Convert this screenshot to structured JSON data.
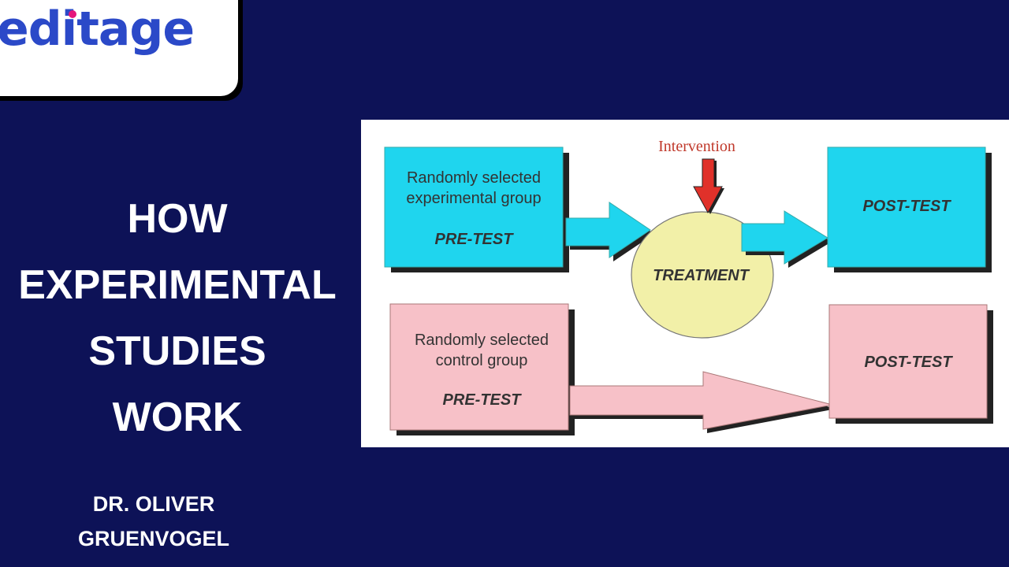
{
  "brand": {
    "logo_text": "editage"
  },
  "title": {
    "lines": [
      "HOW",
      "EXPERIMENTAL",
      "STUDIES",
      "WORK"
    ]
  },
  "author": {
    "lines": [
      "DR. OLIVER",
      "GRUENVOGEL"
    ]
  },
  "diagram": {
    "intervention_label": "Intervention",
    "treatment_label": "TREATMENT",
    "experimental_group": {
      "line1": "Randomly selected",
      "line2": "experimental group",
      "pretest": "PRE-TEST",
      "posttest": "POST-TEST"
    },
    "control_group": {
      "line1": "Randomly selected",
      "line2": "control group",
      "pretest": "PRE-TEST",
      "posttest": "POST-TEST"
    },
    "colors": {
      "experimental": "#1fd5ee",
      "control": "#f7c1c8",
      "treatment": "#f2f0a8",
      "intervention": "#e0312a",
      "intervention_text": "#c0392b"
    }
  }
}
